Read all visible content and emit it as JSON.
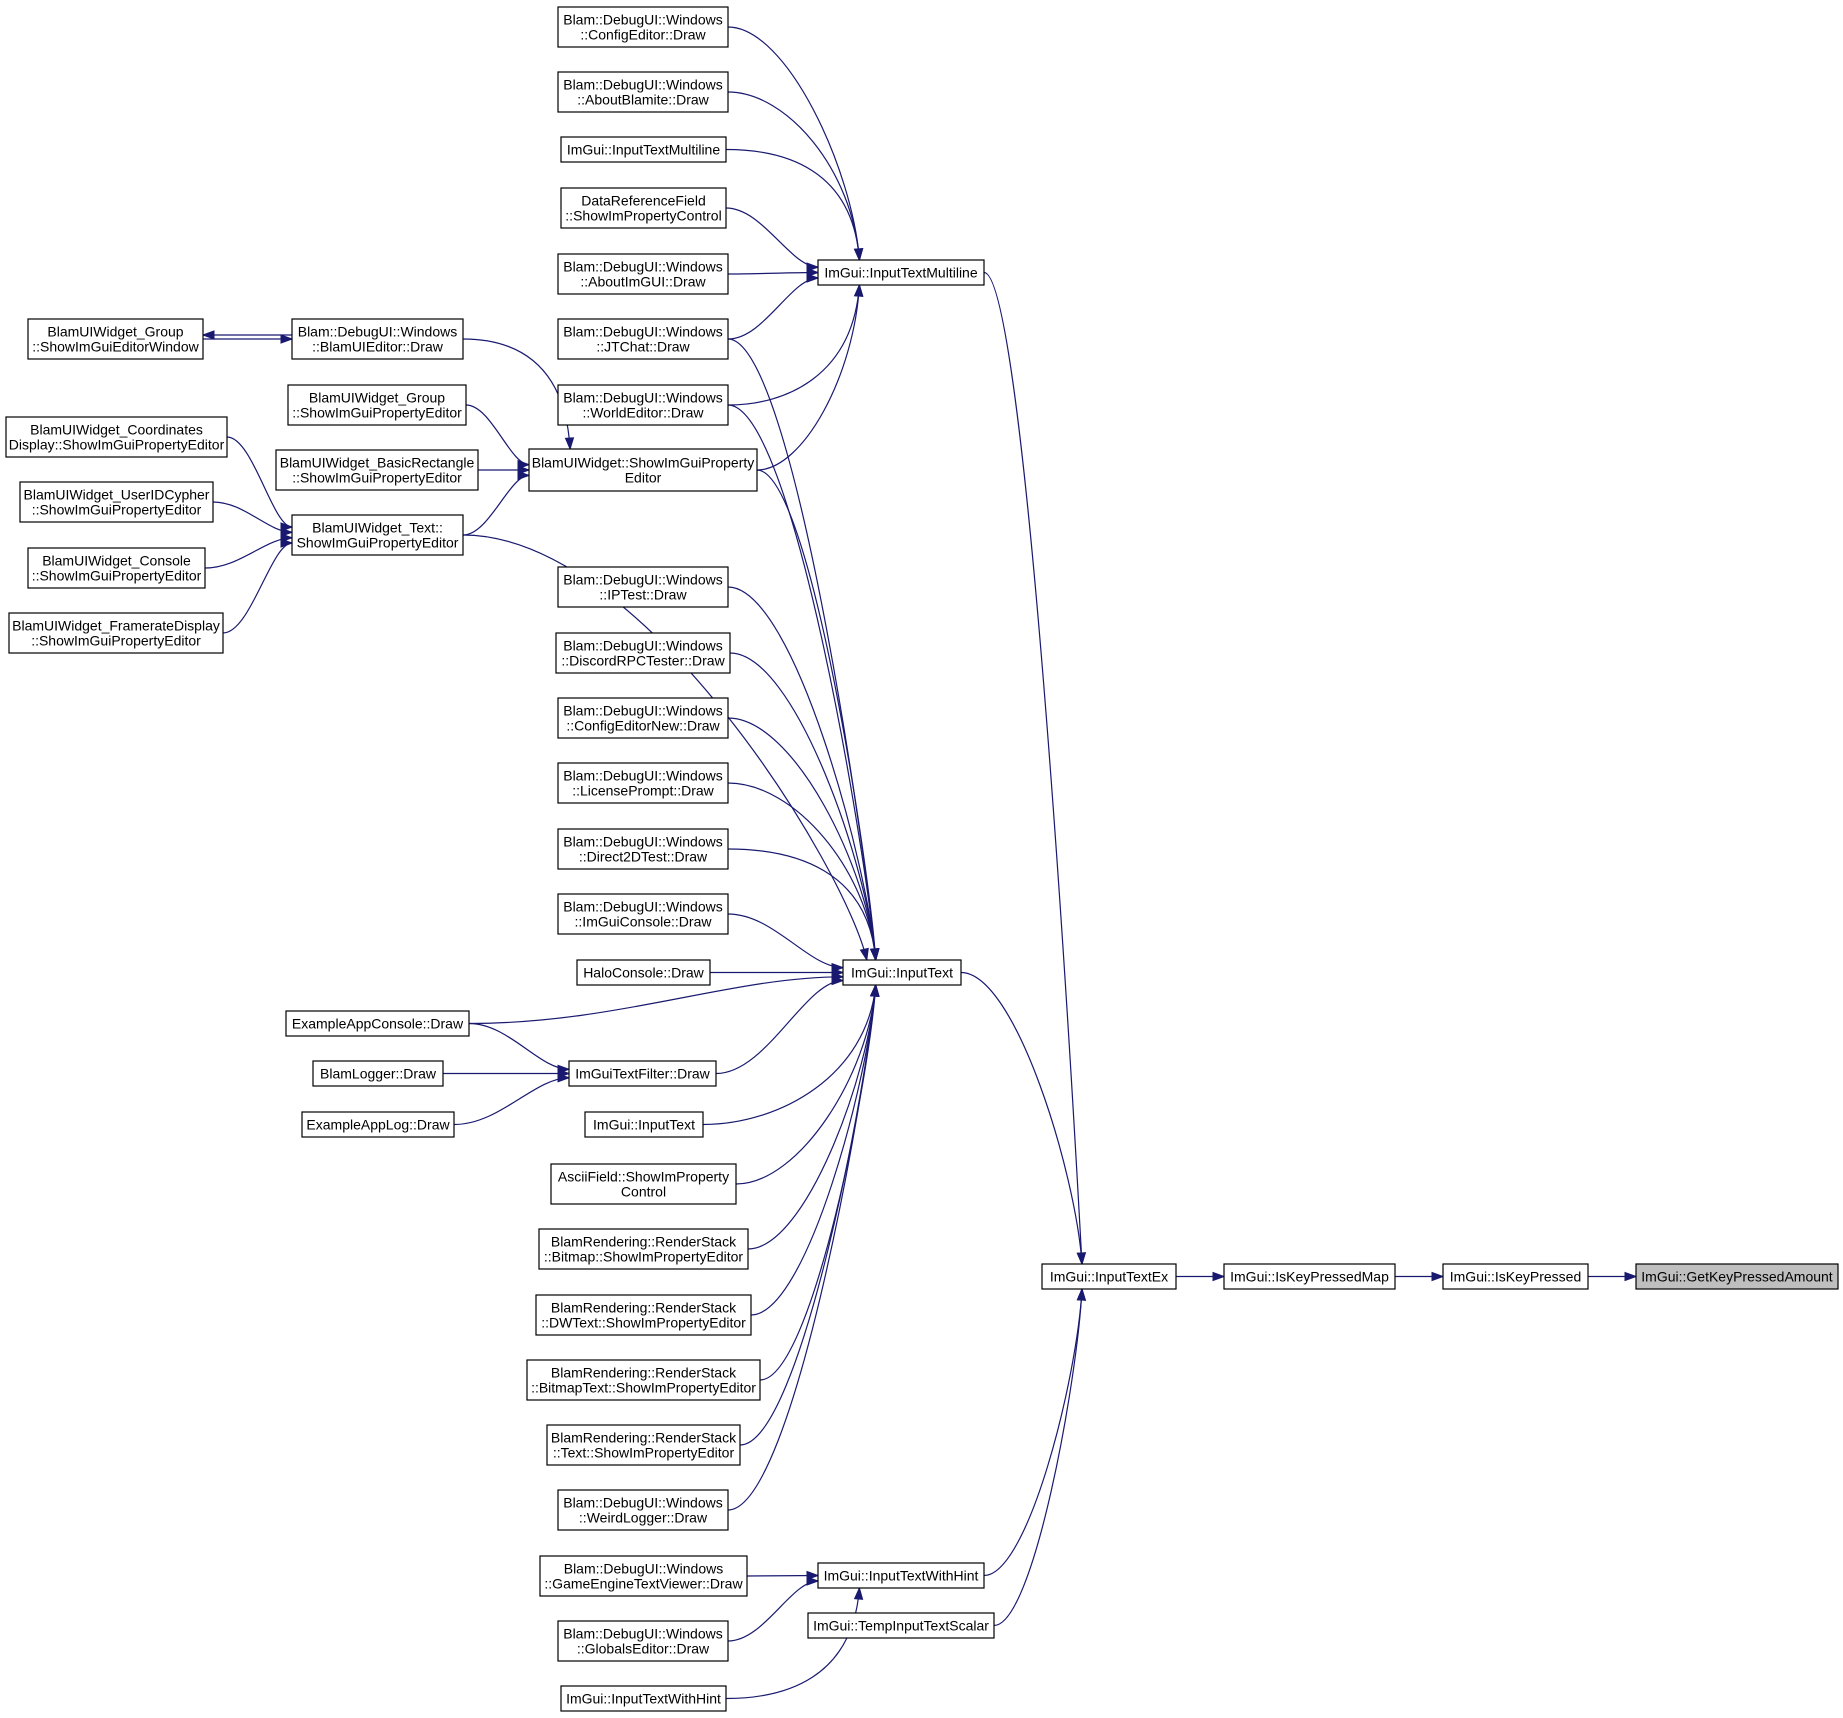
{
  "title": "",
  "colors": {
    "edge": "#191970",
    "node_border": "#000000",
    "node_fill": "#ffffff",
    "highlight_fill": "#bfbfbf",
    "background": "#ffffff"
  },
  "nodes": [
    {
      "id": "n_getkey",
      "label": [
        "ImGui::GetKeyPressedAmount"
      ],
      "highlight": true
    },
    {
      "id": "n_iskeypressed",
      "label": [
        "ImGui::IsKeyPressed"
      ]
    },
    {
      "id": "n_iskeypressedmap",
      "label": [
        "ImGui::IsKeyPressedMap"
      ]
    },
    {
      "id": "n_inputtextex",
      "label": [
        "ImGui::InputTextEx"
      ]
    },
    {
      "id": "n_inputtextmultiline_mid",
      "label": [
        "ImGui::InputTextMultiline"
      ]
    },
    {
      "id": "n_inputtext_mid",
      "label": [
        "ImGui::InputText"
      ]
    },
    {
      "id": "n_inputtextwithhint_mid",
      "label": [
        "ImGui::InputTextWithHint"
      ]
    },
    {
      "id": "n_tempinputtextscalar",
      "label": [
        "ImGui::TempInputTextScalar"
      ]
    },
    {
      "id": "n_configeditor",
      "label": [
        "Blam::DebugUI::Windows",
        "::ConfigEditor::Draw"
      ]
    },
    {
      "id": "n_aboutblamite",
      "label": [
        "Blam::DebugUI::Windows",
        "::AboutBlamite::Draw"
      ]
    },
    {
      "id": "n_inputtextmultiline_left",
      "label": [
        "ImGui::InputTextMultiline"
      ]
    },
    {
      "id": "n_datareferencefield",
      "label": [
        "DataReferenceField",
        "::ShowImPropertyControl"
      ]
    },
    {
      "id": "n_aboutimgui",
      "label": [
        "Blam::DebugUI::Windows",
        "::AboutImGUI::Draw"
      ]
    },
    {
      "id": "n_jtchat",
      "label": [
        "Blam::DebugUI::Windows",
        "::JTChat::Draw"
      ]
    },
    {
      "id": "n_worldeditor",
      "label": [
        "Blam::DebugUI::Windows",
        "::WorldEditor::Draw"
      ]
    },
    {
      "id": "n_blamuiwidget_sipe",
      "label": [
        "BlamUIWidget::ShowImGuiProperty",
        "Editor"
      ]
    },
    {
      "id": "n_blamuieditor",
      "label": [
        "Blam::DebugUI::Windows",
        "::BlamUIEditor::Draw"
      ]
    },
    {
      "id": "n_group_window",
      "label": [
        "BlamUIWidget_Group",
        "::ShowImGuiEditorWindow"
      ]
    },
    {
      "id": "n_group_prop",
      "label": [
        "BlamUIWidget_Group",
        "::ShowImGuiPropertyEditor"
      ]
    },
    {
      "id": "n_basicrect",
      "label": [
        "BlamUIWidget_BasicRectangle",
        "::ShowImGuiPropertyEditor"
      ]
    },
    {
      "id": "n_text_widget",
      "label": [
        "BlamUIWidget_Text::",
        "ShowImGuiPropertyEditor"
      ]
    },
    {
      "id": "n_coords",
      "label": [
        "BlamUIWidget_Coordinates",
        "Display::ShowImGuiPropertyEditor"
      ]
    },
    {
      "id": "n_useridcypher",
      "label": [
        "BlamUIWidget_UserIDCypher",
        "::ShowImGuiPropertyEditor"
      ]
    },
    {
      "id": "n_console_widget",
      "label": [
        "BlamUIWidget_Console",
        "::ShowImGuiPropertyEditor"
      ]
    },
    {
      "id": "n_framerate",
      "label": [
        "BlamUIWidget_FramerateDisplay",
        "::ShowImGuiPropertyEditor"
      ]
    },
    {
      "id": "n_iptest",
      "label": [
        "Blam::DebugUI::Windows",
        "::IPTest::Draw"
      ]
    },
    {
      "id": "n_discordrpc",
      "label": [
        "Blam::DebugUI::Windows",
        "::DiscordRPCTester::Draw"
      ]
    },
    {
      "id": "n_configeditornew",
      "label": [
        "Blam::DebugUI::Windows",
        "::ConfigEditorNew::Draw"
      ]
    },
    {
      "id": "n_licenseprompt",
      "label": [
        "Blam::DebugUI::Windows",
        "::LicensePrompt::Draw"
      ]
    },
    {
      "id": "n_direct2dtest",
      "label": [
        "Blam::DebugUI::Windows",
        "::Direct2DTest::Draw"
      ]
    },
    {
      "id": "n_imguiconsole",
      "label": [
        "Blam::DebugUI::Windows",
        "::ImGuiConsole::Draw"
      ]
    },
    {
      "id": "n_haloconsole",
      "label": [
        "HaloConsole::Draw"
      ]
    },
    {
      "id": "n_exampleappconsole",
      "label": [
        "ExampleAppConsole::Draw"
      ]
    },
    {
      "id": "n_imguitextfilter",
      "label": [
        "ImGuiTextFilter::Draw"
      ]
    },
    {
      "id": "n_blamlogger",
      "label": [
        "BlamLogger::Draw"
      ]
    },
    {
      "id": "n_exampleapplog",
      "label": [
        "ExampleAppLog::Draw"
      ]
    },
    {
      "id": "n_inputtext_left",
      "label": [
        "ImGui::InputText"
      ]
    },
    {
      "id": "n_asciifield",
      "label": [
        "AsciiField::ShowImProperty",
        "Control"
      ]
    },
    {
      "id": "n_rs_bitmap",
      "label": [
        "BlamRendering::RenderStack",
        "::Bitmap::ShowImPropertyEditor"
      ]
    },
    {
      "id": "n_rs_dwtext",
      "label": [
        "BlamRendering::RenderStack",
        "::DWText::ShowImPropertyEditor"
      ]
    },
    {
      "id": "n_rs_bitmaptext",
      "label": [
        "BlamRendering::RenderStack",
        "::BitmapText::ShowImPropertyEditor"
      ]
    },
    {
      "id": "n_rs_text",
      "label": [
        "BlamRendering::RenderStack",
        "::Text::ShowImPropertyEditor"
      ]
    },
    {
      "id": "n_weirdlogger",
      "label": [
        "Blam::DebugUI::Windows",
        "::WeirdLogger::Draw"
      ]
    },
    {
      "id": "n_gameenginetextviewer",
      "label": [
        "Blam::DebugUI::Windows",
        "::GameEngineTextViewer::Draw"
      ]
    },
    {
      "id": "n_globalseditor",
      "label": [
        "Blam::DebugUI::Windows",
        "::GlobalsEditor::Draw"
      ]
    },
    {
      "id": "n_inputtextwithhint_left",
      "label": [
        "ImGui::InputTextWithHint"
      ]
    }
  ],
  "edges": [
    {
      "from": "n_iskeypressed",
      "to": "n_getkey"
    },
    {
      "from": "n_iskeypressedmap",
      "to": "n_iskeypressed"
    },
    {
      "from": "n_inputtextex",
      "to": "n_iskeypressedmap"
    },
    {
      "from": "n_inputtextmultiline_mid",
      "to": "n_inputtextex"
    },
    {
      "from": "n_inputtext_mid",
      "to": "n_inputtextex"
    },
    {
      "from": "n_inputtextwithhint_mid",
      "to": "n_inputtextex"
    },
    {
      "from": "n_tempinputtextscalar",
      "to": "n_inputtextex"
    },
    {
      "from": "n_configeditor",
      "to": "n_inputtextmultiline_mid"
    },
    {
      "from": "n_aboutblamite",
      "to": "n_inputtextmultiline_mid"
    },
    {
      "from": "n_inputtextmultiline_left",
      "to": "n_inputtextmultiline_mid"
    },
    {
      "from": "n_datareferencefield",
      "to": "n_inputtextmultiline_mid"
    },
    {
      "from": "n_aboutimgui",
      "to": "n_inputtextmultiline_mid"
    },
    {
      "from": "n_jtchat",
      "to": "n_inputtextmultiline_mid"
    },
    {
      "from": "n_worldeditor",
      "to": "n_inputtextmultiline_mid"
    },
    {
      "from": "n_blamuiwidget_sipe",
      "to": "n_inputtextmultiline_mid"
    },
    {
      "from": "n_blamuieditor",
      "to": "n_group_window"
    },
    {
      "from": "n_group_window",
      "to": "n_blamuieditor"
    },
    {
      "from": "n_blamuieditor",
      "to": "n_blamuiwidget_sipe"
    },
    {
      "from": "n_group_prop",
      "to": "n_blamuiwidget_sipe"
    },
    {
      "from": "n_basicrect",
      "to": "n_blamuiwidget_sipe"
    },
    {
      "from": "n_text_widget",
      "to": "n_blamuiwidget_sipe"
    },
    {
      "from": "n_coords",
      "to": "n_text_widget"
    },
    {
      "from": "n_useridcypher",
      "to": "n_text_widget"
    },
    {
      "from": "n_console_widget",
      "to": "n_text_widget"
    },
    {
      "from": "n_framerate",
      "to": "n_text_widget"
    },
    {
      "from": "n_jtchat",
      "to": "n_inputtext_mid"
    },
    {
      "from": "n_worldeditor",
      "to": "n_inputtext_mid"
    },
    {
      "from": "n_blamuiwidget_sipe",
      "to": "n_inputtext_mid"
    },
    {
      "from": "n_text_widget",
      "to": "n_inputtext_mid"
    },
    {
      "from": "n_iptest",
      "to": "n_inputtext_mid"
    },
    {
      "from": "n_discordrpc",
      "to": "n_inputtext_mid"
    },
    {
      "from": "n_configeditornew",
      "to": "n_inputtext_mid"
    },
    {
      "from": "n_licenseprompt",
      "to": "n_inputtext_mid"
    },
    {
      "from": "n_direct2dtest",
      "to": "n_inputtext_mid"
    },
    {
      "from": "n_imguiconsole",
      "to": "n_inputtext_mid"
    },
    {
      "from": "n_haloconsole",
      "to": "n_inputtext_mid"
    },
    {
      "from": "n_exampleappconsole",
      "to": "n_inputtext_mid"
    },
    {
      "from": "n_imguitextfilter",
      "to": "n_inputtext_mid"
    },
    {
      "from": "n_exampleappconsole",
      "to": "n_imguitextfilter"
    },
    {
      "from": "n_blamlogger",
      "to": "n_imguitextfilter"
    },
    {
      "from": "n_exampleapplog",
      "to": "n_imguitextfilter"
    },
    {
      "from": "n_inputtext_left",
      "to": "n_inputtext_mid"
    },
    {
      "from": "n_asciifield",
      "to": "n_inputtext_mid"
    },
    {
      "from": "n_rs_bitmap",
      "to": "n_inputtext_mid"
    },
    {
      "from": "n_rs_dwtext",
      "to": "n_inputtext_mid"
    },
    {
      "from": "n_rs_bitmaptext",
      "to": "n_inputtext_mid"
    },
    {
      "from": "n_rs_text",
      "to": "n_inputtext_mid"
    },
    {
      "from": "n_weirdlogger",
      "to": "n_inputtext_mid"
    },
    {
      "from": "n_gameenginetextviewer",
      "to": "n_inputtextwithhint_mid"
    },
    {
      "from": "n_globalseditor",
      "to": "n_inputtextwithhint_mid"
    },
    {
      "from": "n_inputtextwithhint_left",
      "to": "n_inputtextwithhint_mid"
    }
  ]
}
